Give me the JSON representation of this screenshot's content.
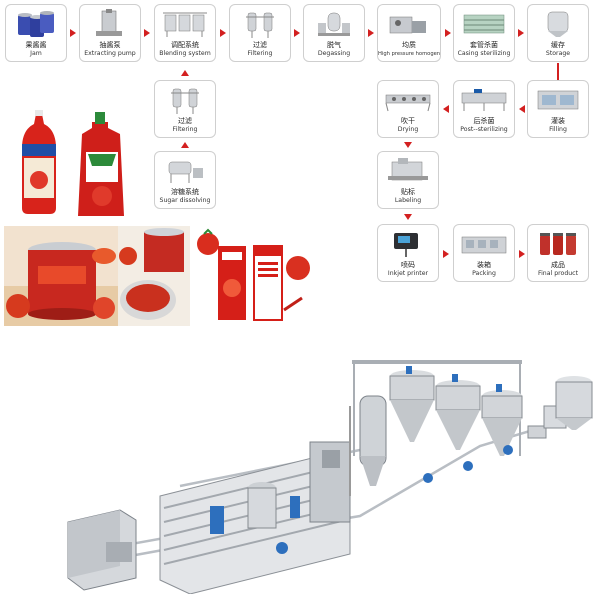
{
  "steps": [
    {
      "id": "jam",
      "cn": "果酱酱",
      "en": "Jam",
      "icon": "jam-cans-icon"
    },
    {
      "id": "pump",
      "cn": "抽酱泵",
      "en": "Extracting pump",
      "icon": "pump-icon"
    },
    {
      "id": "blend",
      "cn": "调配系统",
      "en": "Blending system",
      "icon": "tanks-icon"
    },
    {
      "id": "filter1",
      "cn": "过滤",
      "en": "Filtering",
      "icon": "filter-icon"
    },
    {
      "id": "degas",
      "cn": "脱气",
      "en": "Degassing",
      "icon": "degasser-icon"
    },
    {
      "id": "homog",
      "cn": "均质",
      "en": "High pressure homogenizing",
      "icon": "homogenizer-icon"
    },
    {
      "id": "steril",
      "cn": "套管杀菌",
      "en": "Casing sterilizing",
      "icon": "sterilizer-icon"
    },
    {
      "id": "storage",
      "cn": "缓存",
      "en": "Storage",
      "icon": "storage-tank-icon"
    },
    {
      "id": "filter2",
      "cn": "过滤",
      "en": "Filtering",
      "icon": "filter-icon"
    },
    {
      "id": "sugar",
      "cn": "溶糖系统",
      "en": "Sugar dissolving",
      "icon": "sugar-tank-icon"
    },
    {
      "id": "drying",
      "cn": "吹干",
      "en": "Drying",
      "icon": "dryer-icon"
    },
    {
      "id": "post",
      "cn": "后杀菌",
      "en": "Post--sterilizing",
      "icon": "tunnel-icon"
    },
    {
      "id": "filling",
      "cn": "灌装",
      "en": "Filling",
      "icon": "filler-icon"
    },
    {
      "id": "label",
      "cn": "贴标",
      "en": "Labeling",
      "icon": "labeler-icon"
    },
    {
      "id": "inkjet",
      "cn": "喷码",
      "en": "Inkjet printer",
      "icon": "printer-icon"
    },
    {
      "id": "packing",
      "cn": "装箱",
      "en": "Packing",
      "icon": "packer-icon"
    },
    {
      "id": "final",
      "cn": "成品",
      "en": "Final product",
      "icon": "jars-icon"
    }
  ],
  "colors": {
    "arrow": "#d32020",
    "steel": "#bfc4c9",
    "box_border": "#cfcfcf"
  }
}
